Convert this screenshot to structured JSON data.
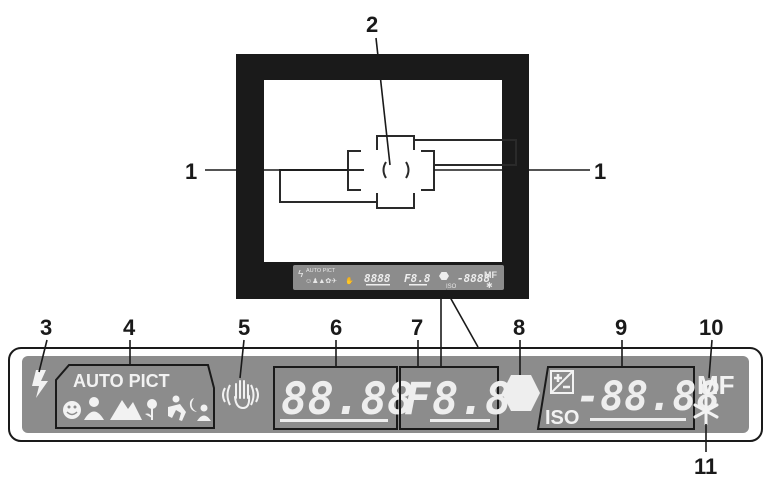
{
  "callouts": {
    "af_frame_left": "1",
    "spot_metering": "2",
    "af_frame_right": "1",
    "flash": "3",
    "auto_pict": "4",
    "shake_reduction": "5",
    "shutter_speed": "6",
    "aperture": "7",
    "ae_lock": "8",
    "ev_iso": "9",
    "mf": "10",
    "af_indicator": "11"
  },
  "lcd": {
    "auto_pict_label": "AUTO PICT",
    "shutter_value": "88.88",
    "aperture_prefix": "F",
    "aperture_value": "8.8",
    "ev_value": "-88.88",
    "iso_label": "ISO",
    "mf_label": "MF"
  },
  "mini_lcd": {
    "auto_pict_label": "AUTO PICT",
    "shutter_value": "8888",
    "aperture_value": "F8.8",
    "ev_value": "-8888",
    "iso_label": "ISO",
    "mf_label": "MF"
  },
  "colors": {
    "viewfinder_frame": "#1a1a1a",
    "lcd_background": "#8c8c8c",
    "lcd_segment": "#eeeeee",
    "line": "#2a2a2a"
  }
}
